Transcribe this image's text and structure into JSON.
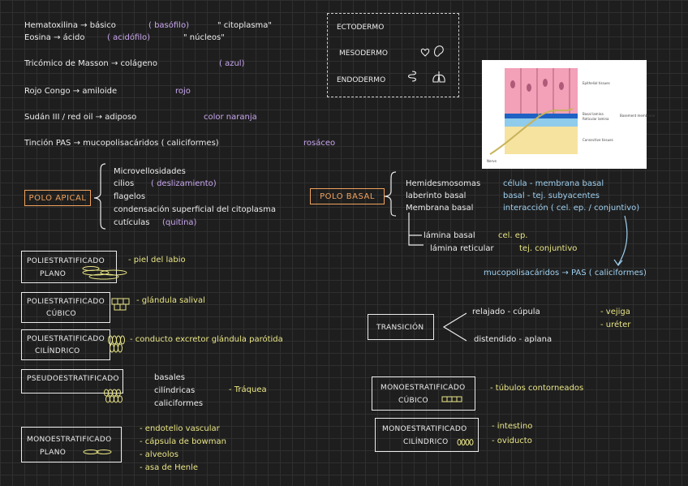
{
  "top": {
    "line1": {
      "left": "Hematoxilina → básico",
      "tag": "( basófilo)",
      "right": "\" citoplasma\""
    },
    "line2": {
      "left": "Eosina → ácido",
      "tag": "( acidófilo)",
      "right": "\" núcleos\""
    },
    "line3": {
      "left": "Tricómico de Masson →  colágeno",
      "tag": "( azul)"
    },
    "line4": {
      "left": "Rojo Congo → amiloide",
      "tag": "rojo"
    },
    "line5": {
      "left": "Sudán III / red oil → adiposo",
      "tag": "color naranja"
    },
    "line6": {
      "left": "Tinción PAS → mucopolisacáridos ( caliciformes)",
      "tag": "rosáceo"
    }
  },
  "germ": {
    "ecto": "ECTODERMO",
    "meso": "MESODERMO",
    "endo": "ENDODERMO"
  },
  "figure": {
    "epithelial": "Epithelial tissues",
    "basal": "Basal lamina",
    "reticular": "Reticular lamina",
    "basement": "Basement membrane",
    "connective": "Connective tissues",
    "nerve": "Nerve"
  },
  "apical": {
    "title": "POLO APICAL",
    "items": [
      "Microvellosidades",
      "cilios",
      "flagelos",
      "condensación superficial del citoplasma",
      "cutículas"
    ],
    "notes": {
      "cilios": "( deslizamiento)",
      "cuticulas": "(quitina)"
    }
  },
  "basal": {
    "title": "POLO BASAL",
    "rows": [
      {
        "left": "Hemidesmosomas",
        "right": "célula - membrana basal"
      },
      {
        "left": "laberinto basal",
        "right": "basal - tej. subyacentes"
      },
      {
        "left": "Membrana basal",
        "right": "interacción ( cel. ep. / conjuntivo)"
      }
    ],
    "lamina_basal": "lámina basal",
    "lamina_basal_note": "cel. ep.",
    "lamina_reticular": "lámina reticular",
    "lamina_reticular_note": "tej. conjuntivo",
    "pas": "mucopolisacáridos → PAS ( caliciformes)"
  },
  "types": [
    {
      "label": "POLIESTRATIFICADO PLANO",
      "line1": "POLIESTRATIFICADO",
      "line2": "PLANO",
      "note": "- piel del labio"
    },
    {
      "label": "POLIESTRATIFICADO CÚBICO",
      "line1": "POLIESTRATIFICADO",
      "line2": "CÚBICO",
      "note": "- glándula salival"
    },
    {
      "label": "POLIESTRATIFICADO CILÍNDRICO",
      "line1": "POLIESTRATIFICADO",
      "line2": "CILÍNDRICO",
      "note": "- conducto excretor glándula parótida"
    },
    {
      "label": "PSEUDOESTRATIFICADO",
      "line1": "PSEUDOESTRATIFICADO",
      "line2": "",
      "list": [
        "basales",
        "cilíndricas",
        "caliciformes"
      ],
      "note": "- Tráquea"
    },
    {
      "label": "MONOESTRATIFICADO PLANO",
      "line1": "MONOESTRATIFICADO",
      "line2": "PLANO",
      "list": [
        "- endotelio vascular",
        "- cápsula de bowman",
        "- alveolos",
        "- asa de Henle"
      ]
    }
  ],
  "transicion": {
    "title": "TRANSICIÓN",
    "a": "relajado  -  cúpula",
    "b": "distendido  -  aplana",
    "organs": [
      "- vejiga",
      "- uréter"
    ]
  },
  "mono_cubico": {
    "line1": "MONOESTRATIFICADO",
    "line2": "CÚBICO",
    "note": "- túbulos contorneados"
  },
  "mono_cilindrico": {
    "line1": "MONOESTRATIFICADO",
    "line2": "CILÍNDRICO",
    "notes": [
      "- intestino",
      "- oviducto"
    ]
  },
  "colors": {
    "purple": "#c9a7ef",
    "yellow": "#e9e585",
    "orange": "#f0a25c",
    "blue": "#9fd0f0"
  }
}
